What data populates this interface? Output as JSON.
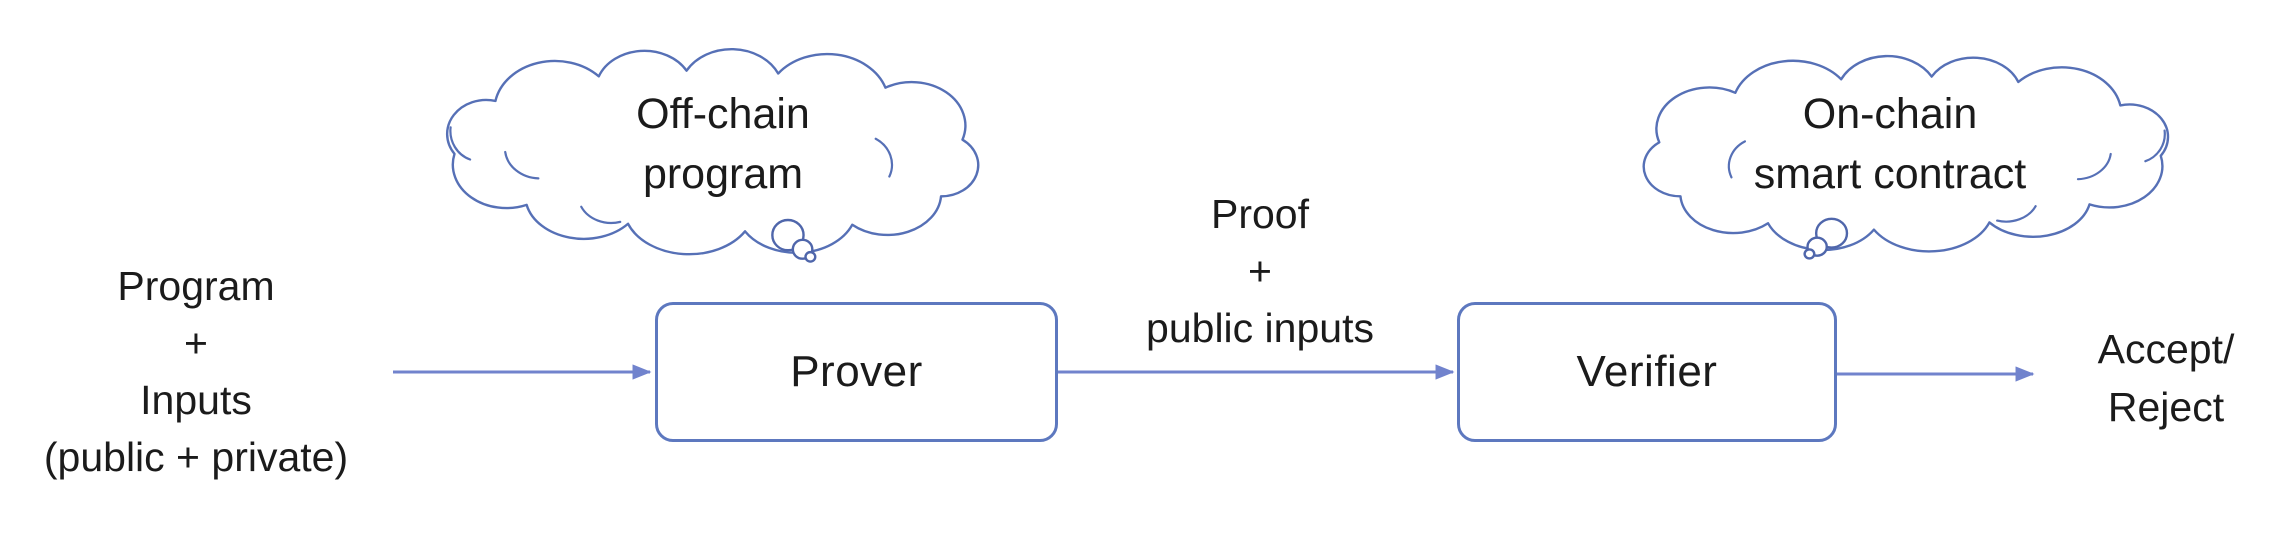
{
  "diagram": {
    "title_implicit": "ZK proof flow",
    "input_label": {
      "lines": [
        "Program",
        "+",
        "Inputs",
        "(public + private)"
      ]
    },
    "offchain_cloud": {
      "lines": [
        "Off-chain",
        "program"
      ]
    },
    "prover": {
      "label": "Prover"
    },
    "proof_label": {
      "lines": [
        "Proof",
        "+",
        "public inputs"
      ]
    },
    "verifier": {
      "label": "Verifier"
    },
    "onchain_cloud": {
      "lines": [
        "On-chain",
        "smart contract"
      ]
    },
    "output_label": {
      "lines": [
        "Accept/",
        "Reject"
      ]
    },
    "colors": {
      "box_outline": "#5d78bf",
      "arrow": "#7183cd",
      "cloud_outline": "#5670b6",
      "text": "#1b1b1b",
      "background": "#ffffff"
    }
  }
}
